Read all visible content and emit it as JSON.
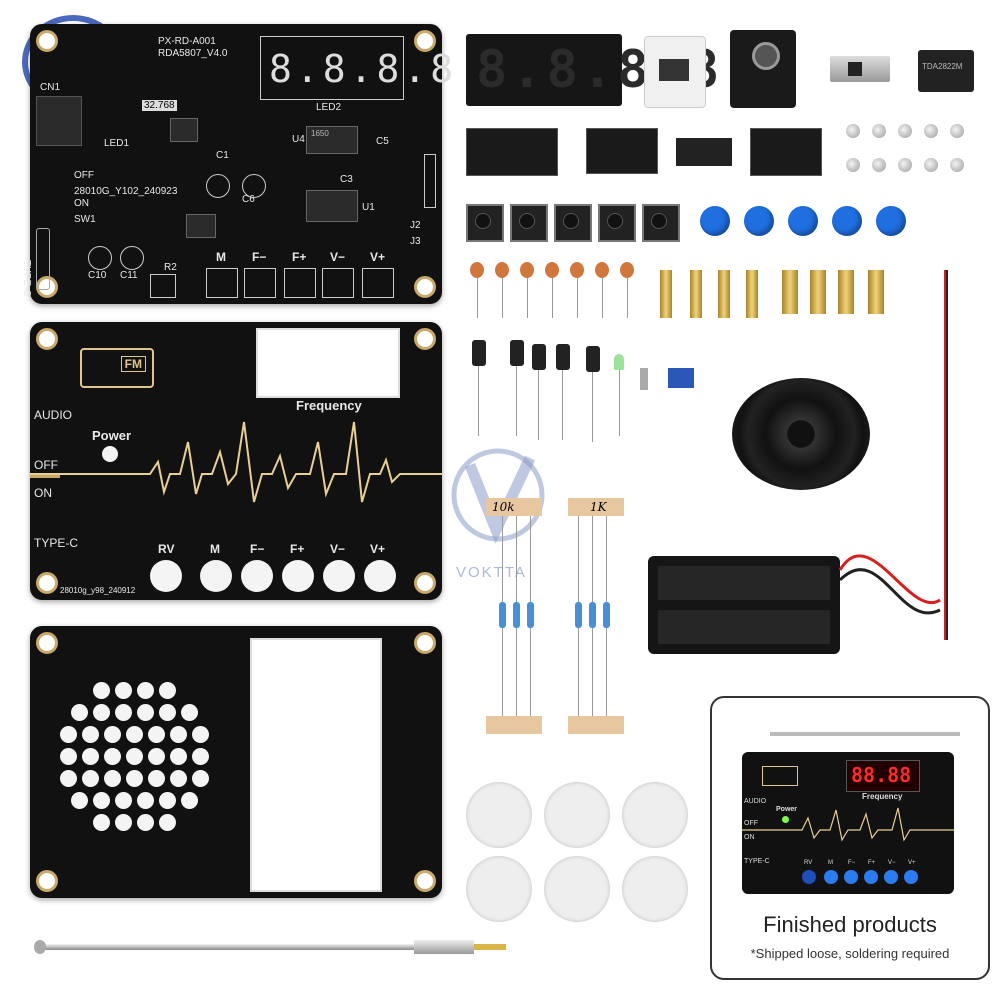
{
  "watermark": {
    "brand": "VOKTTA"
  },
  "top_board": {
    "model": "PX-RD-A001",
    "chip": "RDA5807_V4.0",
    "crystal": "32.768",
    "version": "28010G_Y102_240923",
    "labels": {
      "off": "OFF",
      "on": "ON",
      "sw": "SW1",
      "led1": "LED1",
      "led2": "LED2",
      "u4": "U4",
      "ic1650": "1650",
      "u1": "U1",
      "j2": "J2",
      "j3": "J3",
      "r2": "R2",
      "c10": "C10",
      "c11": "C11",
      "cn1": "CN1",
      "usb": "TYPE-C",
      "c6": "C6",
      "c5": "C5",
      "c3": "C3",
      "c1": "C1"
    },
    "buttons": [
      "M",
      "F−",
      "F+",
      "V−",
      "V+"
    ]
  },
  "front_panel": {
    "fm_icon": "FM",
    "audio": "AUDIO",
    "power": "Power",
    "frequency": "Frequency",
    "off": "OFF",
    "on": "ON",
    "type_c": "TYPE-C",
    "buttons": [
      "RV",
      "M",
      "F−",
      "F+",
      "V−",
      "V+"
    ],
    "version": "28010g_y98_240912"
  },
  "parts": {
    "ic_label": "TDA2822M",
    "resistor_tag_1": "10k",
    "resistor_tag_2": "1K",
    "icons": [
      "speaker-icon",
      "antenna-icon",
      "battery-holder-icon",
      "seven-segment-display-icon"
    ]
  },
  "finished": {
    "title": "Finished products",
    "note": "*Shipped loose, soldering required",
    "display": "88.88",
    "panel": {
      "audio": "AUDIO",
      "power": "Power",
      "frequency": "Frequency",
      "off": "OFF",
      "on": "ON",
      "type_c": "TYPE-C",
      "buttons": [
        "RV",
        "M",
        "F−",
        "F+",
        "V−",
        "V+"
      ]
    }
  },
  "colors": {
    "pcb": "#111111",
    "gold": "#c9a86a",
    "button_blue": "#1f6fe0",
    "display_red": "#e02020"
  }
}
